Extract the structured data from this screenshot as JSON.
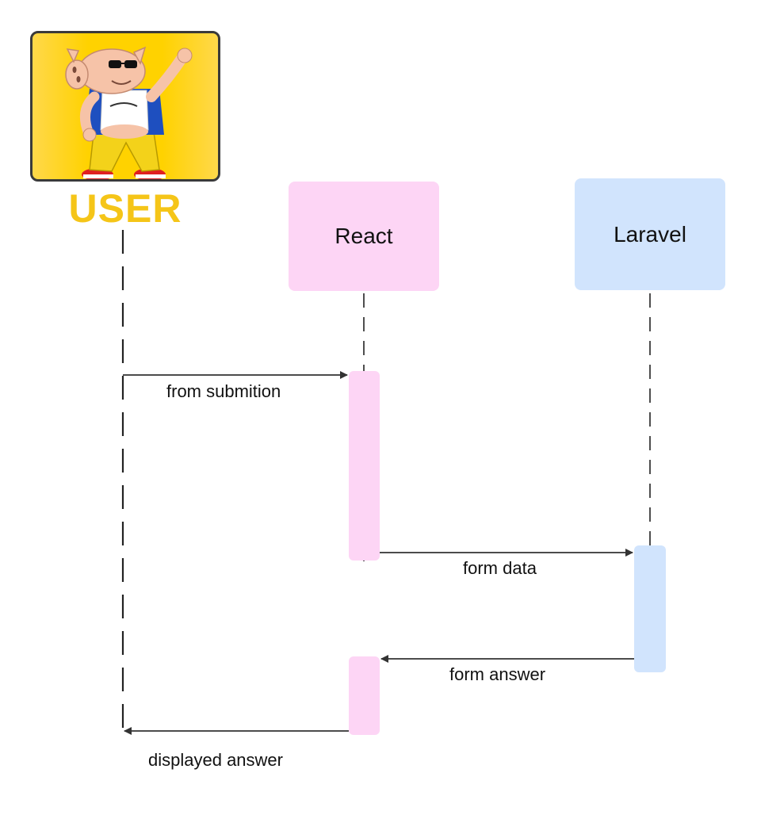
{
  "actor": {
    "label": "USER",
    "icon": "cartoon-pig-icon"
  },
  "participants": [
    {
      "id": "react",
      "label": "React",
      "color": "#fdd5f5"
    },
    {
      "id": "laravel",
      "label": "Laravel",
      "color": "#d1e4fd"
    }
  ],
  "messages": [
    {
      "from": "USER",
      "to": "React",
      "label": "from submition"
    },
    {
      "from": "React",
      "to": "Laravel",
      "label": "form data"
    },
    {
      "from": "Laravel",
      "to": "React",
      "label": "form answer"
    },
    {
      "from": "React",
      "to": "USER",
      "label": "displayed answer"
    }
  ],
  "colors": {
    "actor_label": "#f5c518",
    "actor_background": "#ffd200",
    "react": "#fdd5f5",
    "laravel": "#d1e4fd",
    "line": "#333333"
  }
}
